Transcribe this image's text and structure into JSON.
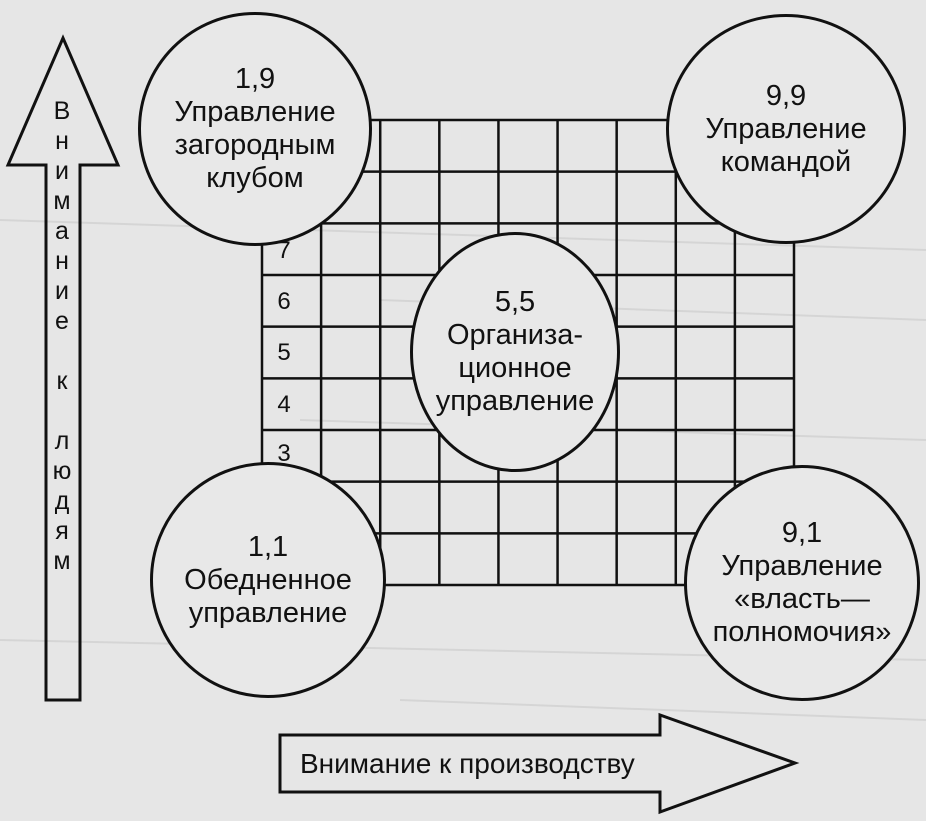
{
  "axes": {
    "y_label_letters": [
      "В",
      "н",
      "и",
      "м",
      "а",
      "н",
      "и",
      "е",
      "",
      "к",
      "",
      "л",
      "ю",
      "д",
      "я",
      "м"
    ],
    "x_label": "Внимание к производству",
    "y_ticks": [
      "7",
      "6",
      "5",
      "4",
      "3"
    ]
  },
  "styles": [
    {
      "score": "1,9",
      "lines": [
        "Управление",
        "загородным",
        "клубом"
      ]
    },
    {
      "score": "9,9",
      "lines": [
        "Управление",
        "командой"
      ]
    },
    {
      "score": "5,5",
      "lines": [
        "Организа-",
        "ционное",
        "управление"
      ]
    },
    {
      "score": "1,1",
      "lines": [
        "Обедненное",
        "управление"
      ]
    },
    {
      "score": "9,1",
      "lines": [
        "Управление",
        "«власть—",
        "полномочия»"
      ]
    }
  ],
  "colors": {
    "ink": "#111111",
    "paper": "#e6e6e6"
  }
}
